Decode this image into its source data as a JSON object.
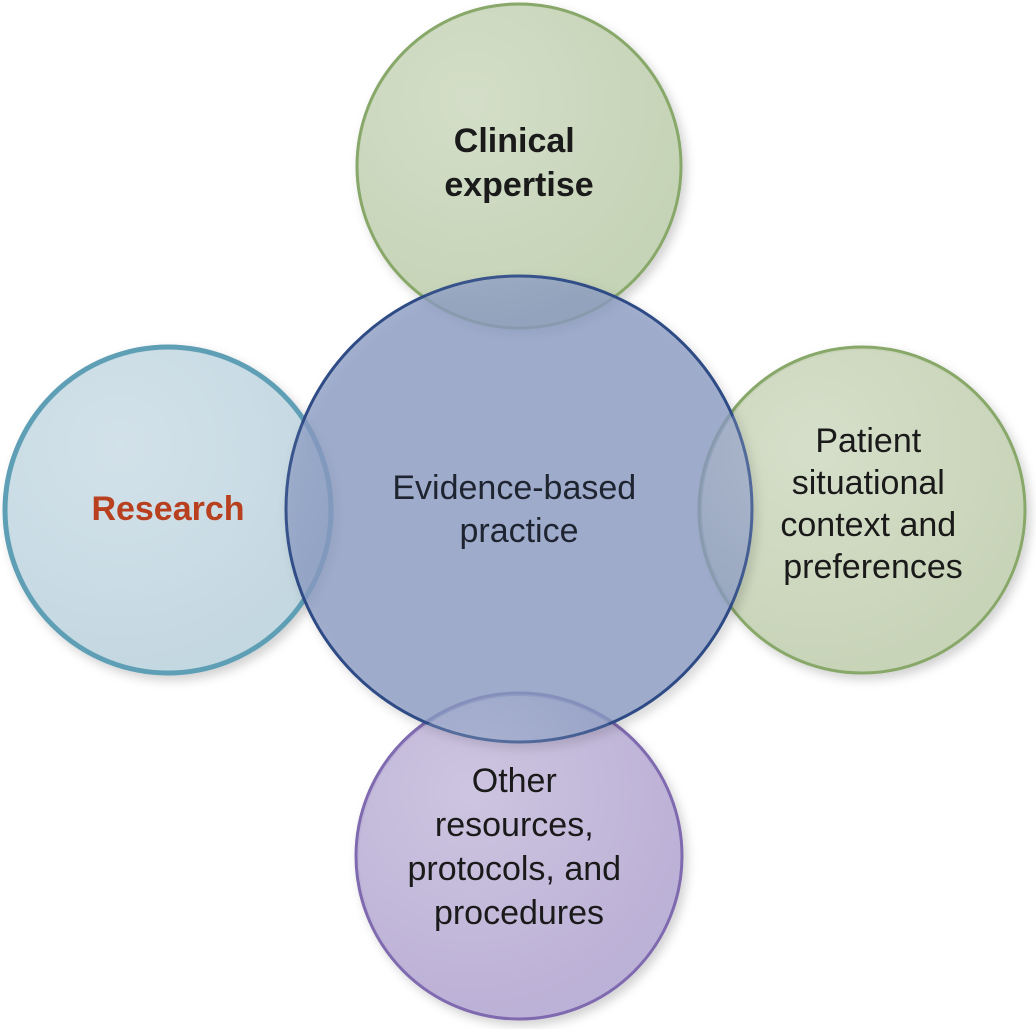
{
  "diagram": {
    "center": {
      "lines": [
        "Evidence-based",
        "practice"
      ],
      "fill": "#8b9bc2",
      "stroke": "#2e4b86",
      "text_color": "#1e2430"
    },
    "top": {
      "lines": [
        "Clinical",
        "expertise"
      ],
      "fill": "#c5d3b6",
      "stroke": "#88a86a",
      "text_color": "#1a1a1a",
      "bold": true
    },
    "left": {
      "lines": [
        "Research"
      ],
      "fill": "#c4d8e2",
      "stroke": "#5e9fb6",
      "text_color": "#b8401f",
      "bold": true
    },
    "right": {
      "lines": [
        "Patient",
        "situational",
        "context and",
        "preferences"
      ],
      "fill": "#c8d4b8",
      "stroke": "#88a86a",
      "text_color": "#1a1a1a"
    },
    "bottom": {
      "lines": [
        "Other",
        "resources,",
        "protocols, and",
        "procedures"
      ],
      "fill": "#bcb1d6",
      "stroke": "#7f6ab0",
      "text_color": "#1a1a1a"
    }
  }
}
